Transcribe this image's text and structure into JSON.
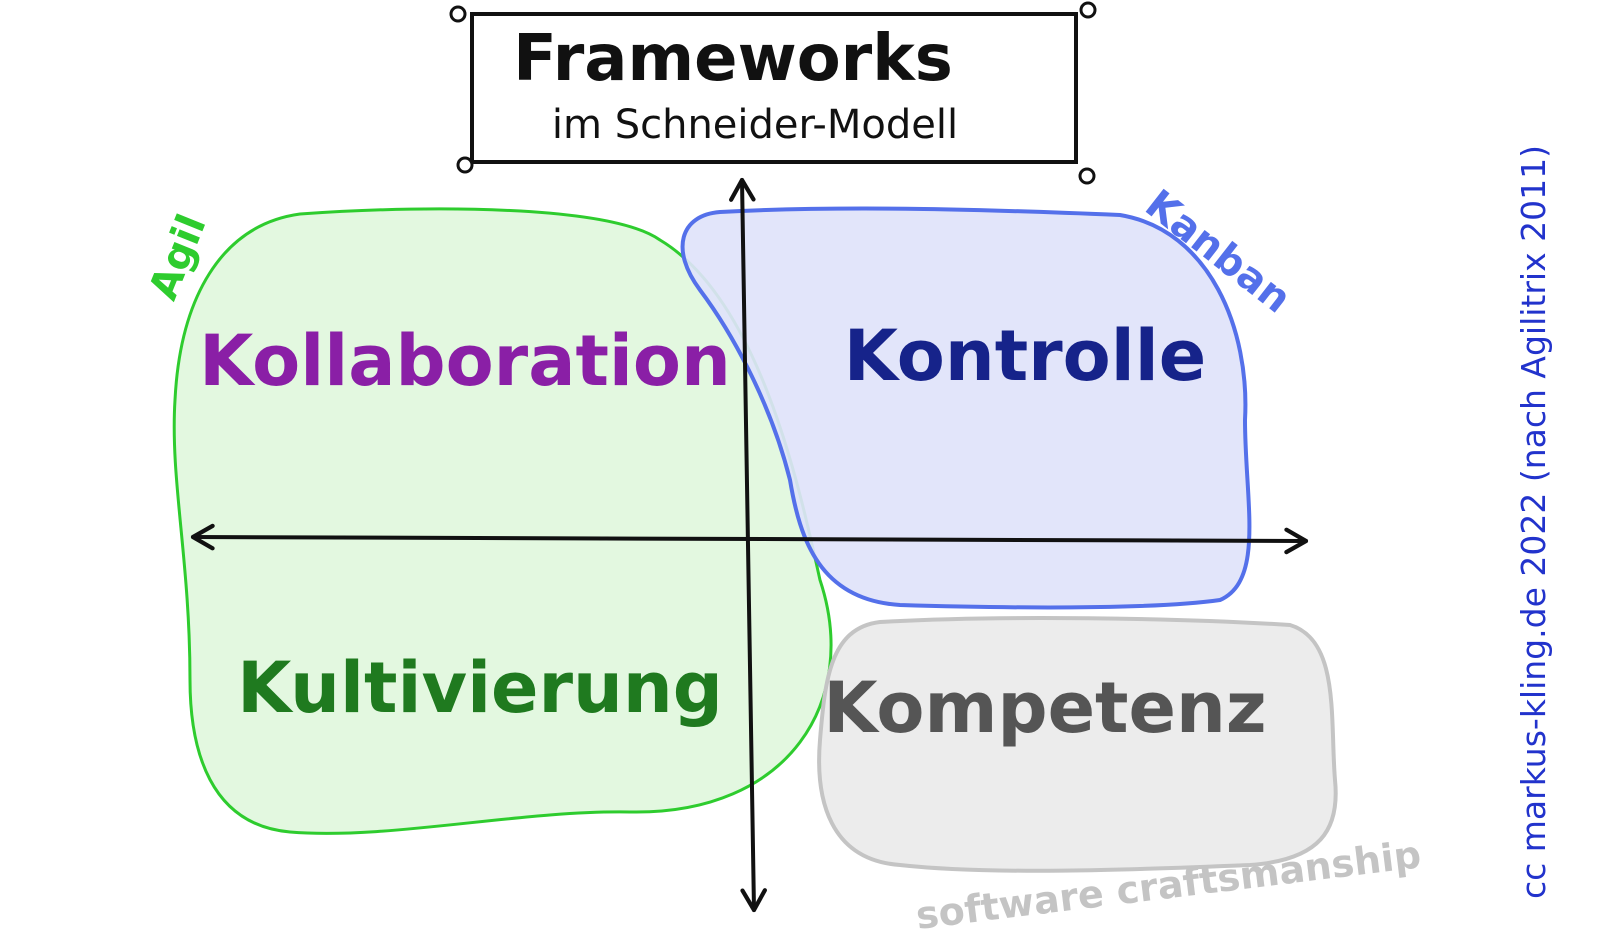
{
  "title": {
    "main": "Frameworks",
    "sub": "im Schneider-Modell"
  },
  "quadrants": {
    "top_left": "Kollaboration",
    "top_right": "Kontrolle",
    "bottom_left": "Kultivierung",
    "bottom_right": "Kompetenz"
  },
  "frameworks": {
    "agil": "Agil",
    "kanban": "Kanban",
    "software_craftsmanship": "software craftsmanship"
  },
  "credit": "cc markus-kling.de 2022 (nach Agilitrix 2011)",
  "colors": {
    "agil_stroke": "#2ecc2e",
    "agil_fill": "#e3f8e0",
    "kanban_stroke": "#5470ea",
    "kanban_fill": "#dfe3fa",
    "craft_stroke": "#c4c4c4",
    "craft_fill": "#ececec",
    "kollaboration": "#8a1fa6",
    "kontrolle": "#16238a",
    "kultivierung": "#1f7a1f",
    "kompetenz": "#555555",
    "credit": "#2233cc",
    "axis": "#111111"
  }
}
